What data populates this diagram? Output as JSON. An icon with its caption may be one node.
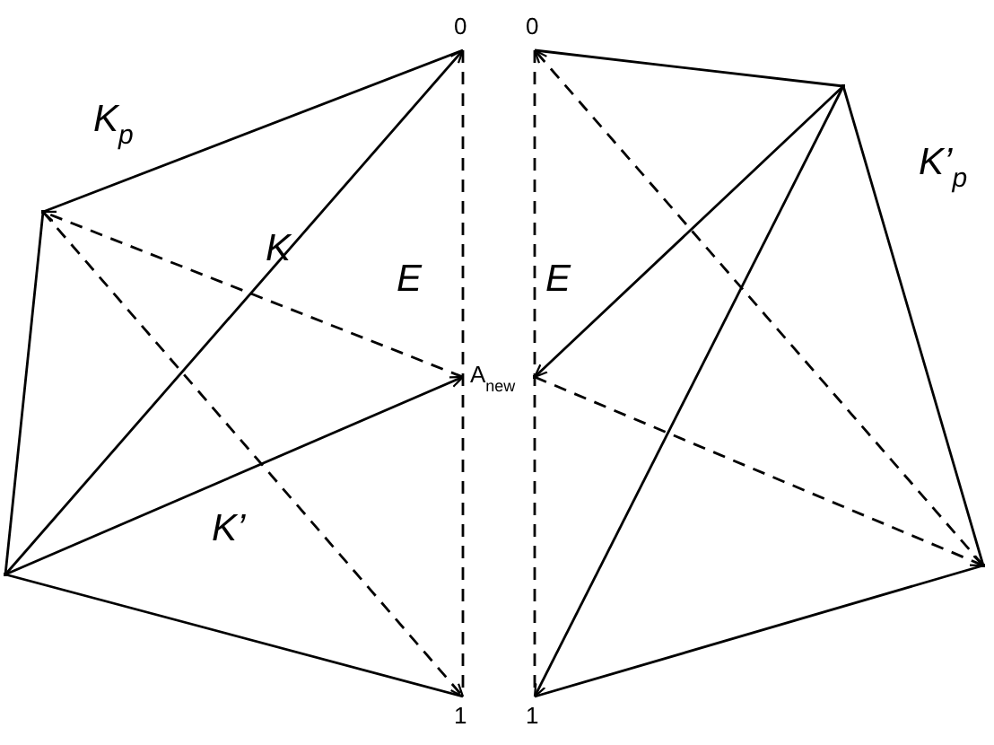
{
  "diagram": {
    "nodes": [
      {
        "text": [
          "0"
        ]
      },
      {
        "text": [],
        "shape": "point"
      },
      {
        "text": [],
        "shape": "point"
      },
      {
        "text": [
          "A$_{new}$"
        ]
      },
      {
        "text": [
          "1"
        ]
      },
      {
        "text": [
          "0"
        ]
      },
      {
        "text": [],
        "shape": "point"
      },
      {
        "text": [],
        "shape": "point"
      },
      {
        "text": [],
        "shape": "point"
      },
      {
        "text": [
          "1"
        ]
      }
    ],
    "edges": [
      {
        "from": 0,
        "to": 1,
        "arrow": "none"
      },
      {
        "from": 1,
        "to": 2,
        "arrow": "none"
      },
      {
        "from": 2,
        "to": 4,
        "arrow": "none"
      },
      {
        "from": 2,
        "to": 0,
        "arrow": "to"
      },
      {
        "from": 2,
        "to": 3,
        "arrow": "to"
      },
      {
        "from": 0,
        "to": 4,
        "arrow": "none",
        "style": "dashed"
      },
      {
        "from": 3,
        "to": 1,
        "arrow": "to",
        "style": "dashed"
      },
      {
        "from": 1,
        "to": 4,
        "arrow": "to",
        "style": "dashed"
      },
      {
        "from": 5,
        "to": 6,
        "arrow": "none"
      },
      {
        "from": 6,
        "to": 8,
        "arrow": "none"
      },
      {
        "from": 8,
        "to": 9,
        "arrow": "none"
      },
      {
        "from": 6,
        "to": 7,
        "arrow": "to"
      },
      {
        "from": 6,
        "to": 9,
        "arrow": "to"
      },
      {
        "from": 5,
        "to": 9,
        "arrow": "none",
        "style": "dashed"
      },
      {
        "from": 8,
        "to": 5,
        "arrow": "to",
        "style": "dashed"
      },
      {
        "from": 7,
        "to": 8,
        "arrow": "to",
        "style": "dashed"
      }
    ],
    "labels": [
      "K$_{p}$",
      "K",
      "E",
      "E",
      "K’$_{p}$",
      "K’"
    ]
  }
}
